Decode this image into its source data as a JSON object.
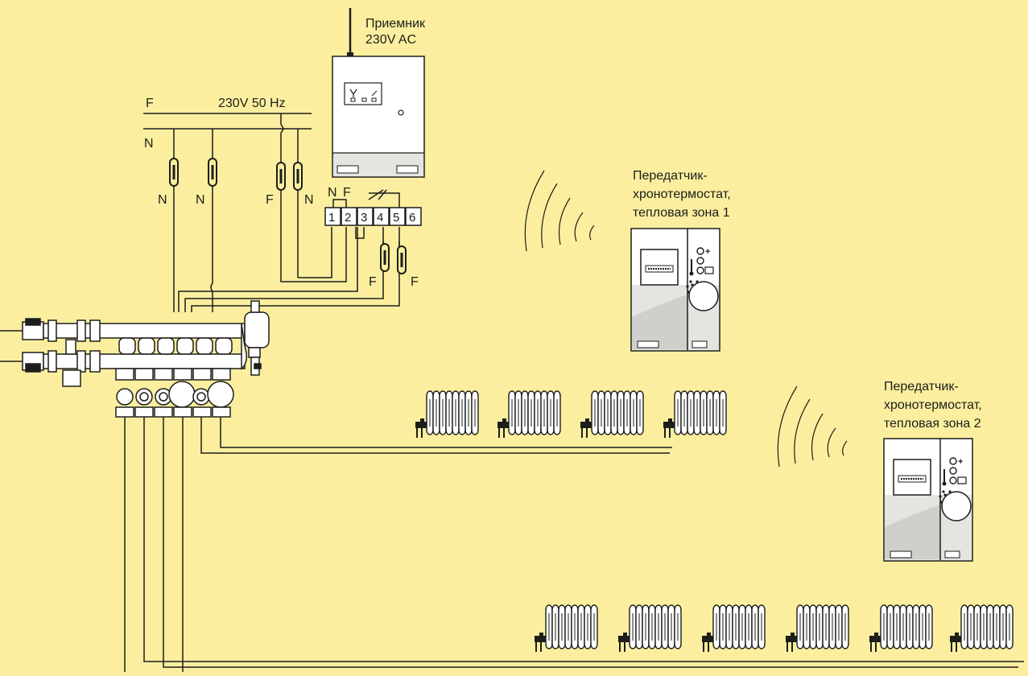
{
  "receiver": {
    "line1": "Приемник",
    "line2": "230V AC"
  },
  "mains": {
    "phase": "F",
    "spec": "230V 50 Hz",
    "neutral": "N"
  },
  "drops": [
    "N",
    "N",
    "F",
    "N"
  ],
  "terminal_top": [
    "N",
    "F"
  ],
  "terminals": [
    "1",
    "2",
    "3",
    "4",
    "5",
    "6"
  ],
  "fuse_labels": [
    "F",
    "F"
  ],
  "zone1": {
    "line1": "Передатчик-",
    "line2": "хронотермостат,",
    "line3": "тепловая зона 1"
  },
  "zone2": {
    "line1": "Передатчик-",
    "line2": "хронотермостат,",
    "line3": "тепловая зона 2"
  },
  "zone1_radiators": 4,
  "zone2_radiators": 6
}
